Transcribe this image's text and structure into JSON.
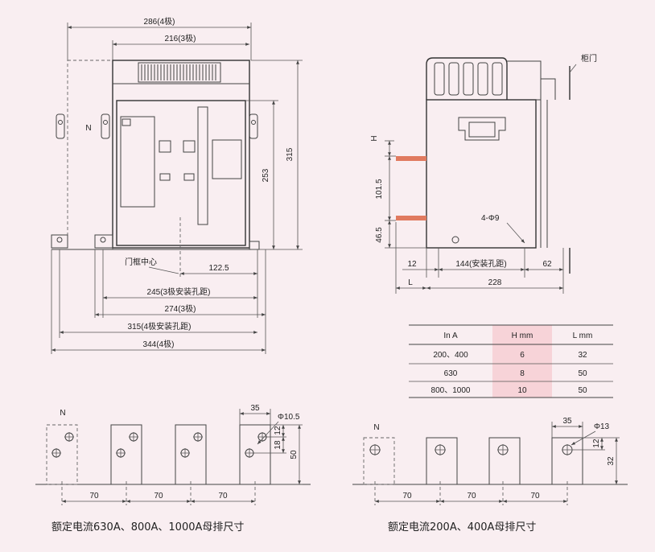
{
  "front_view": {
    "dim_top_4pole": "286(4极)",
    "dim_top_3pole": "216(3极)",
    "dim_right_outer": "315",
    "dim_right_inner": "253",
    "label_door_center": "门框中心",
    "dim_122": "122.5",
    "dim_245": "245(3极安装孔距)",
    "dim_274": "274(3极)",
    "dim_315": "315(4极安装孔距)",
    "dim_344": "344(4极)",
    "pole_label": "N"
  },
  "side_view": {
    "label_cabinet_door": "柜门",
    "dim_H": "H",
    "dim_101": "101.5",
    "dim_46": "46.5",
    "hole_label": "4-Φ9",
    "dim_12": "12",
    "dim_144": "144(安装孔距)",
    "dim_62": "62",
    "dim_L": "L",
    "dim_228": "228",
    "busbar_color": "#e07a5f"
  },
  "table": {
    "headers": [
      "In   A",
      "H   mm",
      "L   mm"
    ],
    "rows": [
      [
        "200、400",
        "6",
        "32"
      ],
      [
        "630",
        "8",
        "50"
      ],
      [
        "800、1000",
        "10",
        "50"
      ]
    ],
    "highlight_color": "#f7d3d8"
  },
  "busbar_large": {
    "pole_label": "N",
    "dim_35": "35",
    "dim_hole": "Φ10.5",
    "dim_12": "12",
    "dim_18": "18",
    "dim_50": "50",
    "spacing": [
      "70",
      "70",
      "70"
    ],
    "caption": "额定电流630A、800A、1000A母排尺寸"
  },
  "busbar_small": {
    "pole_label": "N",
    "dim_35": "35",
    "dim_hole": "Φ13",
    "dim_12": "12",
    "dim_32": "32",
    "spacing": [
      "70",
      "70",
      "70"
    ],
    "caption": "额定电流200A、400A母排尺寸"
  }
}
